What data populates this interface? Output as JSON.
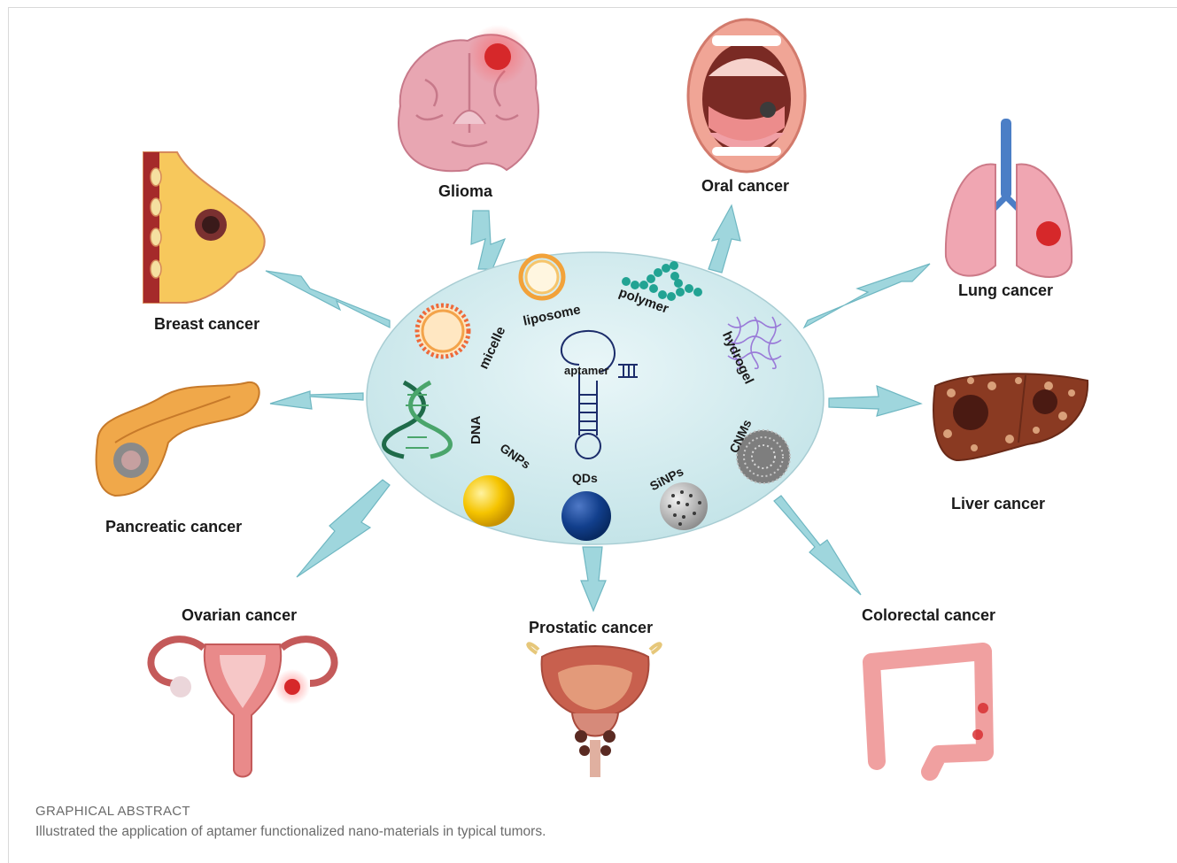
{
  "center": {
    "aptamer": "aptamer",
    "materials": {
      "liposome": "liposome",
      "polymer": "polymer",
      "micelle": "micelle",
      "hydrogel": "hydrogel",
      "dna": "DNA",
      "cnms": "CNMs",
      "gnps": "GNPs",
      "qds": "QDs",
      "sinps": "SiNPs"
    }
  },
  "tumors": {
    "glioma": "Glioma",
    "oral": "Oral cancer",
    "breast": "Breast cancer",
    "lung": "Lung cancer",
    "pancreatic": "Pancreatic cancer",
    "liver": "Liver cancer",
    "ovarian": "Ovarian cancer",
    "prostatic": "Prostatic cancer",
    "colorectal": "Colorectal cancer"
  },
  "caption": {
    "title": "GRAPHICAL ABSTRACT",
    "text": "Illustrated the application of aptamer functionalized nano-materials in typical tumors."
  },
  "colors": {
    "ellipse": "#cfe9ec",
    "arrow": "#9fd6dd",
    "arrow_stroke": "#6fb7c2",
    "tumor": "#d6282a"
  }
}
